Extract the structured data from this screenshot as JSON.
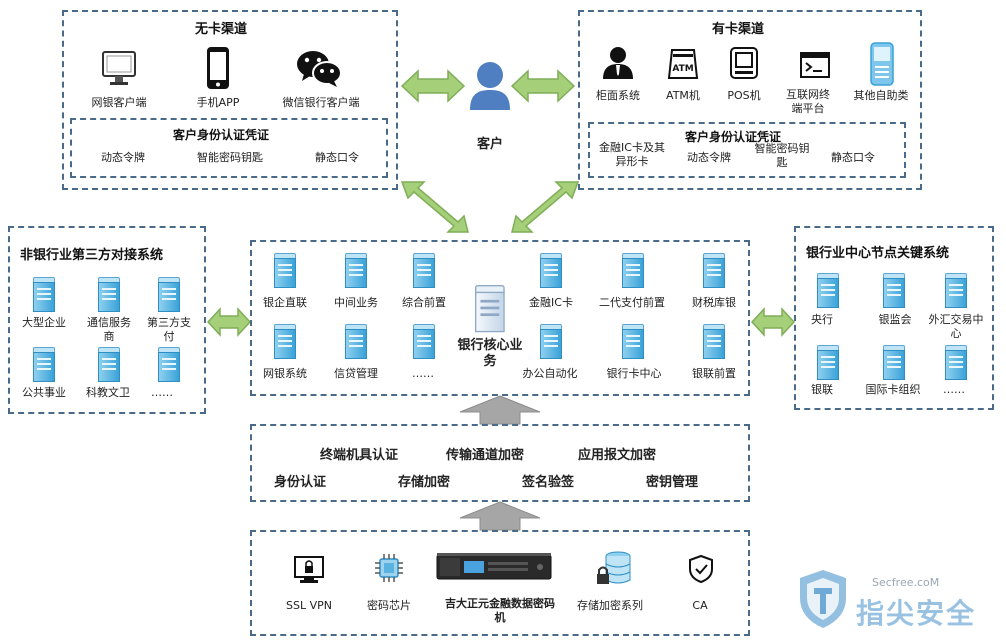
{
  "cardless": {
    "title": "无卡渠道",
    "items": [
      "网银客户端",
      "手机APP",
      "微信银行客户端"
    ],
    "auth_title": "客户身份认证凭证",
    "auth_items": [
      "动态令牌",
      "智能密码钥匙",
      "静态口令"
    ]
  },
  "card": {
    "title": "有卡渠道",
    "items": [
      "柜面系统",
      "ATM机",
      "POS机",
      "互联网终端平台",
      "其他自助类"
    ],
    "auth_title": "客户身份认证凭证",
    "auth_items": [
      "金融IC卡及其异形卡",
      "动态令牌",
      "智能密码钥匙",
      "静态口令"
    ]
  },
  "customer": {
    "label": "客户"
  },
  "third_party": {
    "title": "非银行业第三方对接系统",
    "items": [
      "大型企业",
      "通信服务商",
      "第三方支付",
      "公共事业",
      "科教文卫",
      "……"
    ]
  },
  "core": {
    "center_label": "银行核心业务",
    "items": [
      "银企直联",
      "中间业务",
      "综合前置",
      "金融IC卡",
      "二代支付前置",
      "财税库银",
      "网银系统",
      "信贷管理",
      "……",
      "办公自动化",
      "银行卡中心",
      "银联前置"
    ]
  },
  "industry": {
    "title": "银行业中心节点关键系统",
    "items": [
      "央行",
      "银监会",
      "外汇交易中心",
      "银联",
      "国际卡组织",
      "……"
    ]
  },
  "security": {
    "row1": [
      "终端机具认证",
      "传输通道加密",
      "应用报文加密"
    ],
    "row2": [
      "身份认证",
      "存储加密",
      "签名验签",
      "密钥管理"
    ]
  },
  "infra": {
    "items": [
      "SSL VPN",
      "密码芯片",
      "吉大正元金融数据密码机",
      "存储加密系列",
      "CA"
    ]
  },
  "watermark": {
    "site": "Secfree.coM",
    "brand": "指尖安全"
  },
  "colors": {
    "arrow_green": "#9cc96b",
    "arrow_gray": "#a6a6a6",
    "border": "#4a6a8a",
    "server_blue": "#3aa2d8"
  }
}
